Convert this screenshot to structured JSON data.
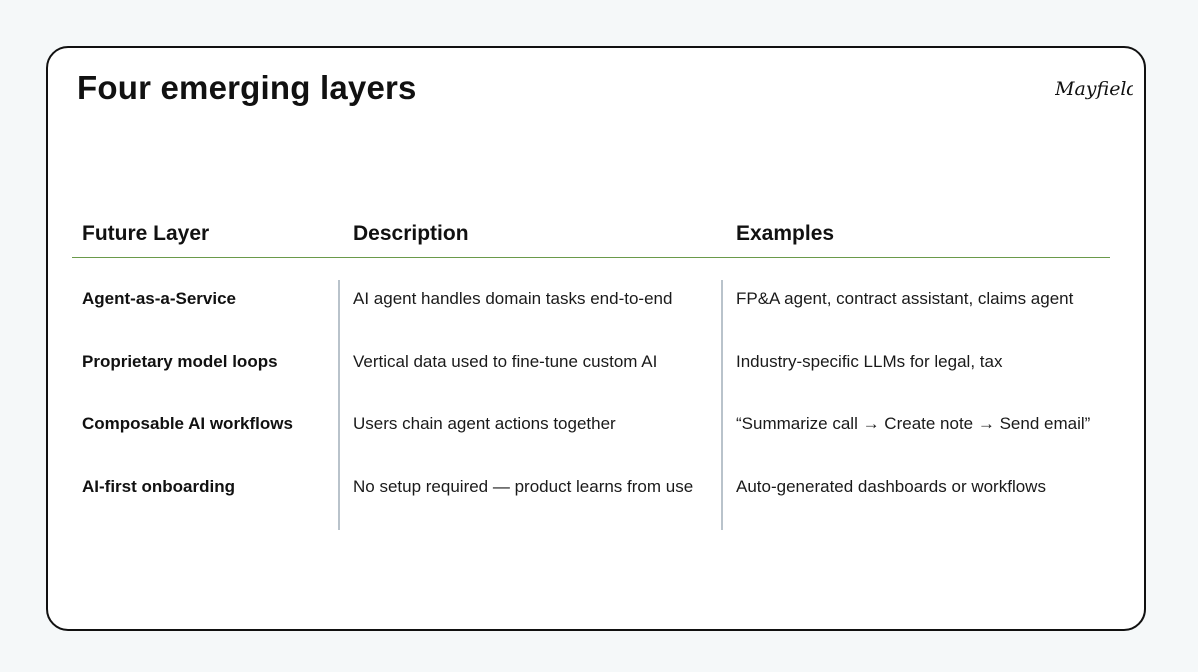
{
  "slide": {
    "title": "Four emerging layers",
    "logo_text": "Mayfield"
  },
  "table": {
    "headers": [
      "Future Layer",
      "Description",
      "Examples"
    ],
    "rows": [
      {
        "layer": "Agent-as-a-Service",
        "description": "AI agent handles domain tasks end-to-end",
        "examples": "FP&A agent, contract assistant, claims agent"
      },
      {
        "layer": "Proprietary model loops",
        "description": "Vertical data used to fine-tune custom AI",
        "examples": "Industry-specific LLMs for legal, tax"
      },
      {
        "layer": "Composable AI workflows",
        "description": "Users chain agent actions together",
        "examples": "“Summarize call → Create note → Send email”"
      },
      {
        "layer": "AI-first onboarding",
        "description": "No setup required — product learns from use",
        "examples": "Auto-generated dashboards or workflows"
      }
    ]
  },
  "colors": {
    "background": "#f5f8f9",
    "card": "#ffffff",
    "border": "#111111",
    "header_rule": "#6a9a4a",
    "column_divider": "#b9c3cb"
  }
}
